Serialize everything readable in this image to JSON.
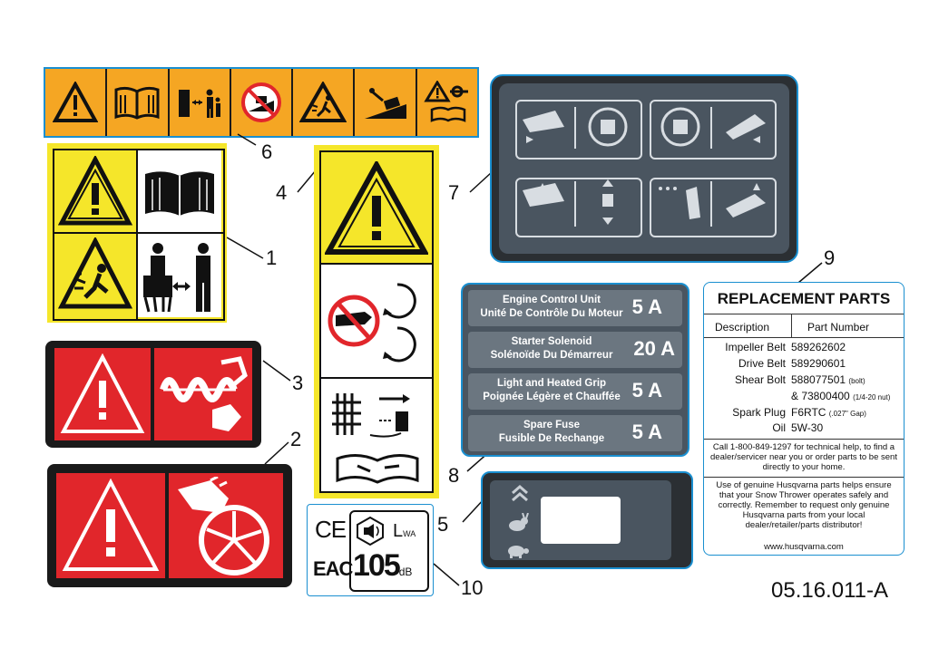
{
  "callouts": {
    "c1": "1",
    "c2": "2",
    "c3": "3",
    "c4": "4",
    "c5": "5",
    "c6": "6",
    "c7": "7",
    "c8": "8",
    "c9": "9",
    "c10": "10"
  },
  "fuse_panel": {
    "rows": [
      {
        "line1": "Engine Control Unit",
        "line2": "Unité De Contrôle Du Moteur",
        "amp": "5 A"
      },
      {
        "line1": "Starter Solenoid",
        "line2": "Solénoïde Du Démarreur",
        "amp": "20 A"
      },
      {
        "line1": "Light and Heated Grip",
        "line2": "Poignée Légère et Chauffée",
        "amp": "5 A"
      },
      {
        "line1": "Spare Fuse",
        "line2": "Fusible De Rechange",
        "amp": "5 A"
      }
    ]
  },
  "replacement_parts": {
    "title": "REPLACEMENT PARTS",
    "col_description": "Description",
    "col_part_number": "Part Number",
    "rows": [
      {
        "desc": "Impeller Belt",
        "part": "589262602",
        "note": ""
      },
      {
        "desc": "Drive Belt",
        "part": "589290601",
        "note": ""
      },
      {
        "desc": "Shear Bolt",
        "part": "588077501",
        "note": "(bolt)"
      },
      {
        "desc": "",
        "part": "& 73800400",
        "note": "(1/4-20 nut)"
      },
      {
        "desc": "Spark Plug",
        "part": "F6RTC",
        "note": "(.027\" Gap)"
      },
      {
        "desc": "Oil",
        "part": "5W-30",
        "note": ""
      }
    ],
    "help_text": "Call 1-800-849-1297 for technical help, to find a dealer/servicer near you or order parts to be sent directly to your home.",
    "genuine_text": "Use of genuine Husqvarna parts helps ensure that your Snow Thrower operates safely and correctly. Remember to request only genuine Husqvarna parts from your local dealer/retailer/parts distributor!",
    "website": "www.husqvarna.com"
  },
  "noise_label": {
    "ce": "CE",
    "eac": "EAC",
    "lwa_symbol": "L",
    "lwa_sub": "WA",
    "value": "105",
    "unit": "dB"
  },
  "figure_code": "05.16.011-A",
  "colors": {
    "warning_yellow": "#f5e62a",
    "warning_orange": "#f5a623",
    "danger_red": "#e1262b",
    "panel_gray": "#4a5560",
    "outline_blue": "#1a8fd0"
  }
}
